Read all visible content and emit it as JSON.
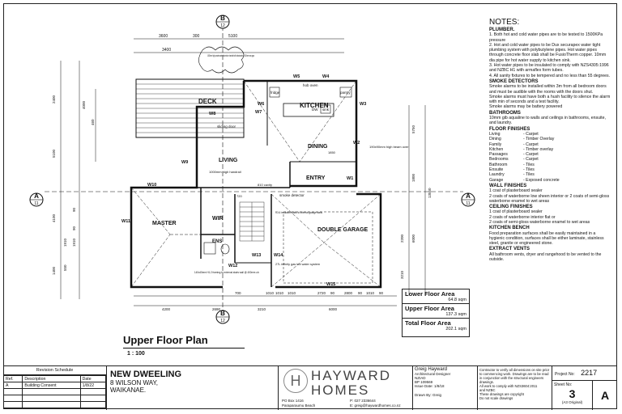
{
  "plan": {
    "title": "Upper Floor Plan",
    "scale": "1 : 100",
    "rooms": [
      "DECK",
      "KITCHEN",
      "DINING",
      "LIVING",
      "ENTRY",
      "MASTER",
      "WIR",
      "ENS",
      "DOUBLE GARAGE"
    ],
    "room_notes": [
      "hob oven",
      "fridge",
      "pantry",
      "sink",
      "DW",
      "sliding door",
      "smoke detector"
    ],
    "windows": [
      "W5",
      "W4",
      "W6",
      "W7",
      "W3",
      "W2",
      "W1",
      "W8",
      "W9",
      "W10",
      "W11",
      "W12",
      "W13",
      "W14",
      "W15"
    ],
    "dims_top": [
      "3600",
      "300",
      "5100",
      "3400"
    ],
    "dims_left": [
      "2400",
      "4000",
      "460",
      "5100",
      "4100",
      "1910",
      "1400",
      "550",
      "90",
      "1910",
      "90"
    ],
    "dims_right": [
      "5750",
      "1800",
      "13550",
      "6000",
      "2200",
      "3210"
    ],
    "dims_bottom": [
      "4200",
      "2690",
      "3210",
      "6000",
      "700",
      "1010",
      "2720",
      "90",
      "2800",
      "90",
      "1010",
      "90",
      "1010",
      "1010"
    ],
    "annotations": [
      "1000mm high powdercoated aluminium handrail with balustrades at 100mm max gaps",
      "190x90mm high beam over",
      "1000mm high handrail",
      "R3.6 insulation batts to internal garage walls",
      "27L infinity gas hot water system",
      "140x45mm H1.2 framing to external stairs wall @ 400mm c/c",
      "1850",
      "720",
      "810 cavity"
    ],
    "section_markers": [
      {
        "letter": "B",
        "sheet": "12"
      },
      {
        "letter": "A",
        "sheet": "11"
      }
    ]
  },
  "notes": {
    "title": "NOTES:",
    "sections": [
      {
        "heading": "PLUMBER.",
        "lines": [
          "1. Both hot and cold water pipes are to be tested to 1500KPa pressure",
          "2. Hot and cold water pipes to be Dux securapex water tight plumbing system with polybutylene pipes. Hot water pipes through concrete floor slab shall be FusioTherm copper. 10mm dia pipe for hot water supply to kitchen sink.",
          "3. Hot water pipes to be insulated to comply with NZS4305:1996 and NZBC H1 with armaflex form tubes.",
          "4. All sanity fixtures to be tempered and no less than 55 degrees."
        ]
      },
      {
        "heading": "SMOKE DETECTORS",
        "lines": [
          "Smoke alarms to be installed within 3m from all bedroom doors and must be audible with the rooms with the doors shut.",
          "Smoke alarms must have both a hush facility to silence the alarm with min of seconds and a test facility.",
          "Smoke alarms may be battery powered"
        ]
      },
      {
        "heading": "BATHROOMS",
        "lines": [
          "10mm gib aqualine to walls and ceilings in bathrooms, ensuite, and laundry."
        ]
      }
    ],
    "floor_finishes_heading": "FLOOR FINISHES",
    "floor_finishes": [
      {
        "room": "Living",
        "finish": "- Carpet"
      },
      {
        "room": "Dining",
        "finish": "- Timber Overlay"
      },
      {
        "room": "Family",
        "finish": "- Carpet"
      },
      {
        "room": "Kitchen",
        "finish": "- Timber overlay"
      },
      {
        "room": "Passages",
        "finish": "- Carpet"
      },
      {
        "room": "Bedrooms",
        "finish": "- Carpet"
      },
      {
        "room": "Bathroom",
        "finish": "- Tiles"
      },
      {
        "room": "Ensuite",
        "finish": "- Tiles"
      },
      {
        "room": "Laundry",
        "finish": "- Tiles"
      },
      {
        "room": "Garage",
        "finish": "- Exposed concrete"
      }
    ],
    "sections2": [
      {
        "heading": "WALL FINISHES",
        "lines": [
          "1 coat of plasterboard sealer",
          "2 coats of waterborne low sheen interior or 2 coats of semi-gloss waterborne enamel to wet areas"
        ]
      },
      {
        "heading": "CEILING FINISHES",
        "lines": [
          "1 coat of plasterboard sealer",
          "2 coats of waterborne interior flat or",
          "2 coats of semi-gloss waterborne enamel to wet areas"
        ]
      },
      {
        "heading": "KITCHEN BENCH",
        "lines": [
          "Food preparation surfaces shall be easily maintained in a hygienic condition, surfaces shall be either laminate, stainless steel, granite or engineered stone."
        ]
      },
      {
        "heading": "EXTRACT VENTS",
        "lines": [
          "All bathroom vents, dryer and rangehood to be vented to the outside."
        ]
      }
    ]
  },
  "areas": {
    "lower_label": "Lower Floor Area",
    "lower_value": "64.8 sqm",
    "upper_label": "Upper Floor Area",
    "upper_value": "137.3 sqm",
    "total_label": "Total Floor Area",
    "total_value": "202.1 sqm"
  },
  "title_block": {
    "revision_title": "Revision Schedule",
    "rev_headers": [
      "Ref.",
      "Description",
      "Date"
    ],
    "rev_rows": [
      [
        "A",
        "Building Consent",
        "1/8/22"
      ]
    ],
    "project_name": "NEW DWEELING",
    "address1": "8 WILSON WAY,",
    "address2": "WAIKANAE.",
    "company_word1": "HAYWARD",
    "company_word2": "HOMES",
    "company_monogram": "H",
    "po_box": "PO Box 1416",
    "po_city": "Paraparaumu Beach",
    "phone": "P: 027 2336644",
    "email": "E: greig@haywardhomes.co.nz",
    "designer_name": "Greig Hayward",
    "designer_title": "Architectural Designer",
    "designer_org": "NZIAD",
    "designer_lines": [
      "All work to comply with NZS3604:2011",
      "and NZBC",
      "These drawings are copyright",
      "Do not scale drawings"
    ],
    "designer_reg": "BP 109569",
    "issue_label": "Issue Date:",
    "issue_value": "1/8/18",
    "drawn_label": "Drawn By:",
    "drawn_value": "Greig",
    "contractor_note": "Contractor to verify all dimensions on site prior to commencing work. Drawings are to be read in conjunction with the structural engineers drawings.",
    "project_no_label": "Project No:",
    "project_no": "2217",
    "sheet_no_label": "Sheet No:",
    "sheet_no": "3",
    "rev_letter": "A",
    "paper": "(A3 Original)"
  }
}
